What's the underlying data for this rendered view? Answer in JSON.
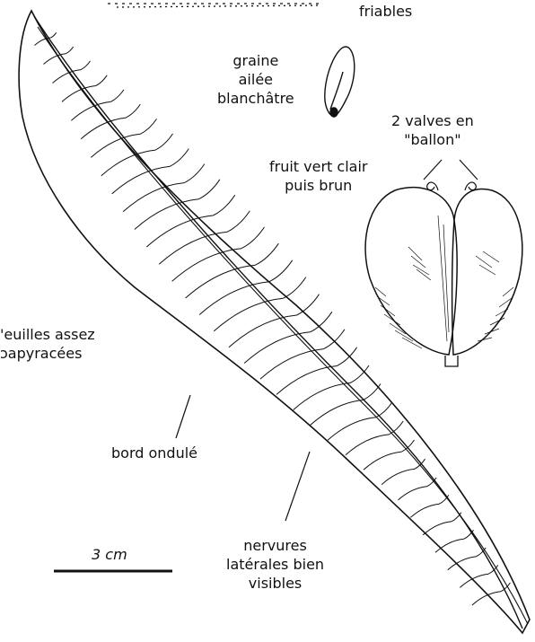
{
  "labels": {
    "friables": "friables",
    "seed": [
      "graine",
      "ailée",
      "blanchâtre"
    ],
    "valves": [
      "2 valves en",
      "\"ballon\""
    ],
    "fruit": [
      "fruit vert clair",
      "puis brun"
    ],
    "leaves": [
      "'euilles assez",
      "ɔapyracées"
    ],
    "margin": "bord ondulé",
    "veins": [
      "nervures",
      "latérales bien",
      "visibles"
    ],
    "scale": "3 cm"
  },
  "colors": {
    "ink": "#111111",
    "background": "#ffffff"
  }
}
